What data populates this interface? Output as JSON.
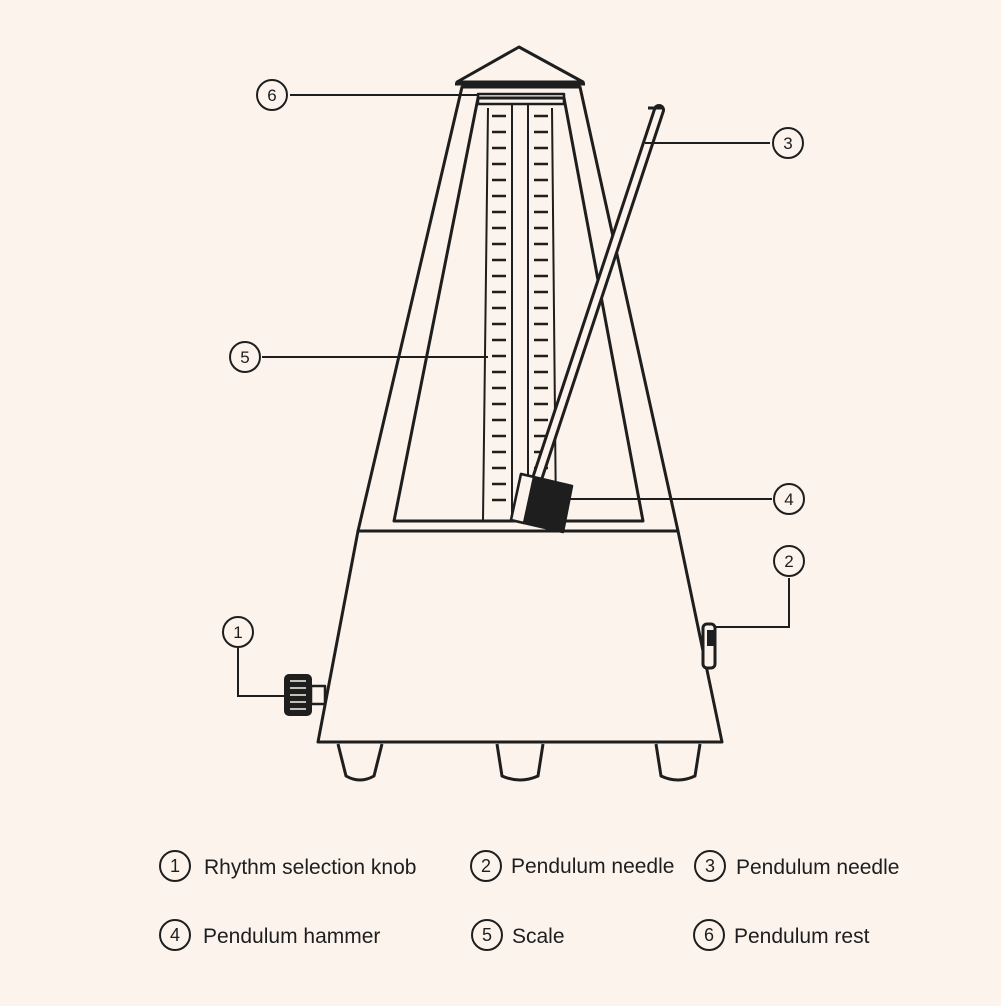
{
  "callouts": [
    {
      "num": "1"
    },
    {
      "num": "2"
    },
    {
      "num": "3"
    },
    {
      "num": "4"
    },
    {
      "num": "5"
    },
    {
      "num": "6"
    }
  ],
  "legend": [
    {
      "num": "1",
      "label": "Rhythm selection knob"
    },
    {
      "num": "2",
      "label": "Pendulum needle"
    },
    {
      "num": "3",
      "label": "Pendulum needle"
    },
    {
      "num": "4",
      "label": "Pendulum hammer"
    },
    {
      "num": "5",
      "label": "Scale"
    },
    {
      "num": "6",
      "label": "Pendulum rest"
    }
  ],
  "colors": {
    "background": "#fbf3ec",
    "ink": "#1e1e1e"
  }
}
